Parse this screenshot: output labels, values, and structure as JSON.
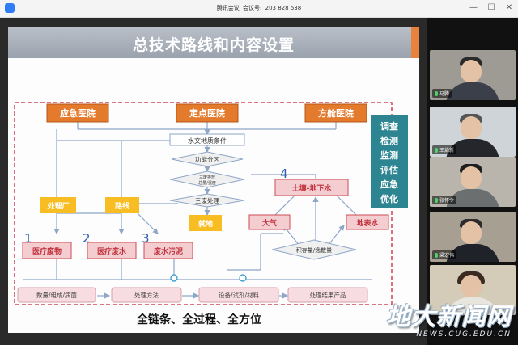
{
  "window": {
    "app_name": "腾讯会议",
    "meeting_label": "会议号:",
    "meeting_id": "203 828 538",
    "controls": [
      "—",
      "☐",
      "✕"
    ]
  },
  "slide": {
    "title": "总技术路线和内容设置",
    "boxes": {
      "emergency": "应急医院",
      "designated": "定点医院",
      "cabin": "方舱医院",
      "hydrogeo": "水文地质条件",
      "zoning": "功能分区",
      "three_waste": "三废排放\n总量/强度",
      "three_treat": "三废处理",
      "onsite": "就地",
      "plant": "处理厂",
      "route": "路线",
      "soil": "土壤-地下水",
      "air": "大气",
      "surface": "地表水",
      "accum": "积存量/逸散量",
      "med_waste": "医疗废物",
      "med_water": "医疗废水",
      "sludge": "废水污泥",
      "b_quantity": "数量/组成/病菌",
      "b_method": "处理方法",
      "b_equip": "设备/试剂/材料",
      "b_result": "处理结果产品"
    },
    "numbers": [
      "1",
      "2",
      "3",
      "4"
    ],
    "side_panel": [
      "调查",
      "检测",
      "监测",
      "评估",
      "应急",
      "优化"
    ],
    "footer": "全链条、全过程、全方位"
  },
  "participants": [
    {
      "name": "马腾",
      "bg": "#9e9b94",
      "hair": "#2a2a2a",
      "body": "#3a3f4a"
    },
    {
      "name": "王焰新",
      "bg": "#cfd4d8",
      "hair": "#555555",
      "body": "#24262b"
    },
    {
      "name": "张怀令",
      "bg": "#b9b5ac",
      "hair": "#1e1e1e",
      "body": "#6b6f70"
    },
    {
      "name": "梁宏伟",
      "bg": "#a89f93",
      "hair": "#2b2b2b",
      "body": "#1f2228"
    },
    {
      "name": "",
      "bg": "#d4cbb8",
      "hair": "#3a2a22",
      "body": "#e8e4de"
    }
  ],
  "watermark": {
    "title": "地大新闻网",
    "subtitle": "NEWS.CUG.EDU.CN"
  },
  "colors": {
    "orange": "#e47a2c",
    "pink": "#f4cdd0",
    "pink_border": "#d04b56",
    "yellow": "#f7bd22",
    "teal_panel": "#2d8592",
    "dashed_red": "#c9263a",
    "blue_num": "#2e5fb0"
  }
}
